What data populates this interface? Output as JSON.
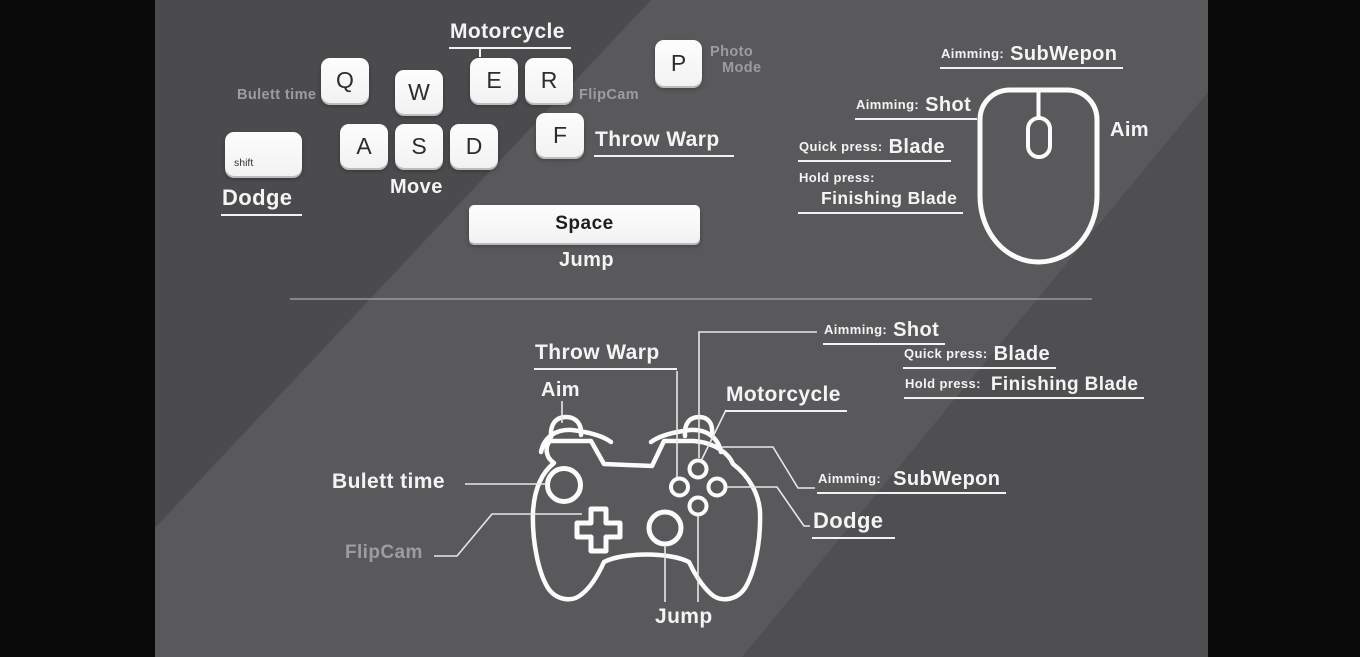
{
  "colors": {
    "background_base": "#4b4b4d",
    "background_band": "#59595b",
    "background_corner": "#4f4f51",
    "letterbox": "#0a0a0b",
    "label_white": "#f4f4f4",
    "label_gray": "#9d9da0",
    "key_face": "#f8f8f9",
    "key_text": "#2c2c2e",
    "outline_white": "#fbfbfb"
  },
  "keyboard": {
    "motorcycle_label": "Motorcycle",
    "bulett_time_label": "Bulett time",
    "flipcam_label": "FlipCam",
    "photo_mode_line1": "Photo",
    "photo_mode_line2": "Mode",
    "throw_warp_label": "Throw Warp",
    "move_label": "Move",
    "dodge_label": "Dodge",
    "jump_label": "Jump",
    "keys": {
      "q": "Q",
      "w": "W",
      "e": "E",
      "r": "R",
      "a": "A",
      "s": "S",
      "d": "D",
      "f": "F",
      "p": "P",
      "shift": "shift",
      "space": "Space"
    }
  },
  "mouse": {
    "aim_label": "Aim",
    "subweapon": {
      "prefix": "Aimming:",
      "action": "SubWepon"
    },
    "shot": {
      "prefix": "Aimming:",
      "action": "Shot"
    },
    "blade": {
      "prefix": "Quick press:",
      "action": "Blade"
    },
    "finishing_blade": {
      "prefix": "Hold press:",
      "action": "Finishing Blade"
    }
  },
  "controller": {
    "throw_warp_label": "Throw Warp",
    "aim_label": "Aim",
    "motorcycle_label": "Motorcycle",
    "bulett_time_label": "Bulett time",
    "flipcam_label": "FlipCam",
    "jump_label": "Jump",
    "dodge_label": "Dodge",
    "shot": {
      "prefix": "Aimming:",
      "action": "Shot"
    },
    "blade": {
      "prefix": "Quick press:",
      "action": "Blade"
    },
    "finishing_blade": {
      "prefix": "Hold press:",
      "action": "Finishing Blade"
    },
    "subweapon": {
      "prefix": "Aimming:",
      "action": "SubWepon"
    }
  }
}
